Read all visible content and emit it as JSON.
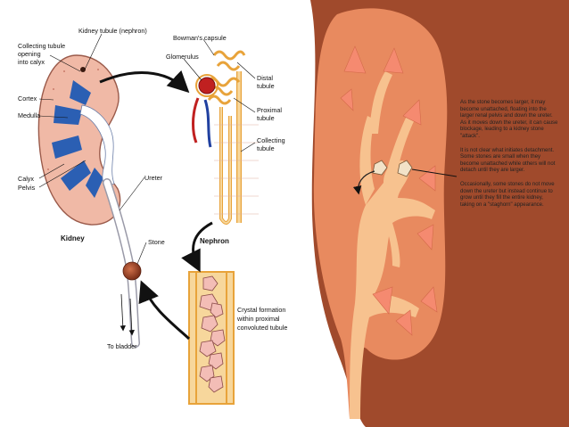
{
  "left_diagram": {
    "labels": {
      "kidney_tubule": "Kidney tubule (nephron)",
      "collecting_tubule_opening": [
        "Collecting tubule",
        "opening",
        "into calyx"
      ],
      "cortex": "Cortex",
      "medulla": "Medulla",
      "calyx": "Calyx",
      "pelvis": "Pelvis",
      "kidney": "Kidney",
      "ureter": "Ureter",
      "stone": "Stone",
      "to_bladder": "To bladder",
      "bowmans_capsule": "Bowman's capsule",
      "glomerulus": "Glomerulus",
      "distal_tubule": [
        "Distal",
        "tubule"
      ],
      "proximal_tubule": [
        "Proximal",
        "tubule"
      ],
      "collecting_tubule": [
        "Collecting",
        "tubule"
      ],
      "nephron": "Nephron",
      "crystal_formation": [
        "Crystal formation",
        "within proximal",
        "convoluted tubule"
      ]
    }
  },
  "right_diagram": {
    "paragraphs": [
      "As the stone becomes larger, it may become unattached, floating into the larger renal pelvis and down the ureter. As it moves down the ureter, it can cause blockage, leading to a kidney stone \"attack\".",
      "It is not clear what initiates detachment. Some stones are small when they become unattached while others will not detach until they are larger.",
      "Occasionally, some stones do not move down the ureter but instead continue to grow until they fill the entire kidney, taking on a \"staghorn\" appearance."
    ]
  },
  "colors": {
    "kidney_cortex": "#f0b9a6",
    "kidney_outline": "#9a5a4a",
    "medulla_blue": "#2b5fb3",
    "stone": "#a0472a",
    "crystal_fill": "#f3bdb6",
    "tube_yellow": "#f7d79c",
    "tube_orange": "#e8a33a",
    "right_bg_dark": "#a04a2c",
    "right_kidney": "#e88a5f",
    "right_pelvis": "#f7c28f",
    "right_papilla": "#f58a70"
  }
}
